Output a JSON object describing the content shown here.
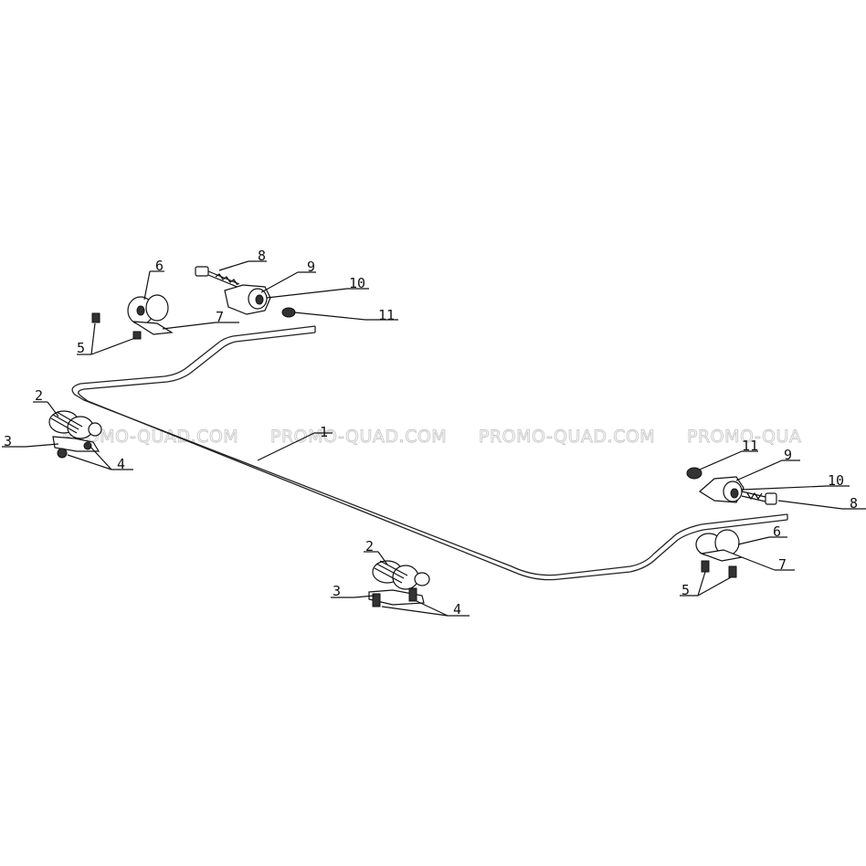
{
  "callouts": {
    "l1": "1",
    "l2a": "2",
    "l2b": "2",
    "l3a": "3",
    "l3b": "3",
    "l4a": "4",
    "l4b": "4",
    "l5a": "5",
    "l5b": "5",
    "l6a": "6",
    "l6b": "6",
    "l7a": "7",
    "l7b": "7",
    "l8a": "8",
    "l8b": "8",
    "l9a": "9",
    "l9b": "9",
    "l10a": "10",
    "l10b": "10",
    "l11a": "11",
    "l11b": "11"
  },
  "watermarks": [
    "PROMO-QUAD.COM",
    "PROMO-QUAD.COM",
    "PROMO-QUAD.COM",
    "PROMO-QUA"
  ]
}
